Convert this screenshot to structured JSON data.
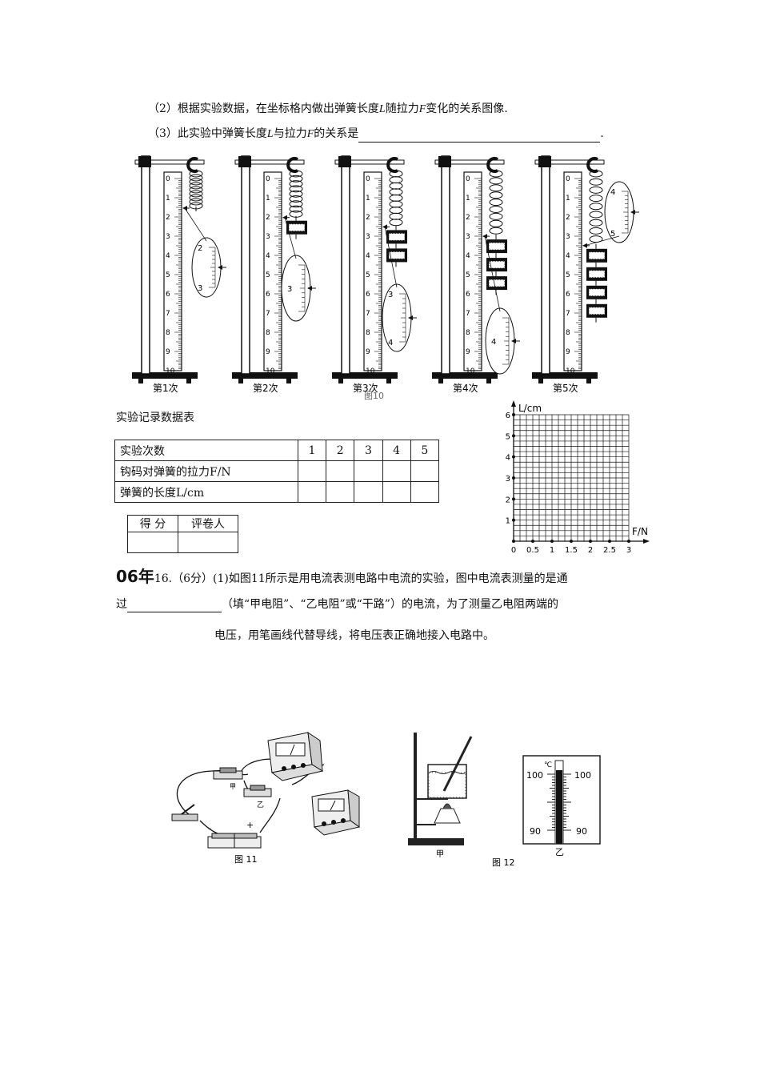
{
  "q2": {
    "pre": "（2）根据实验数据，在坐标格内做出弹簧长度",
    "L": "L",
    "mid": "随拉力",
    "F": "F",
    "post": "变化的关系图像."
  },
  "q3": {
    "pre": "（3）此实验中弹簧长度",
    "L": "L",
    "mid": "与拉力",
    "F": "F",
    "post": "的关系是",
    "end": "."
  },
  "figure": {
    "scale_numbers": [
      "0",
      "1",
      "2",
      "3",
      "4",
      "5",
      "6",
      "7",
      "8",
      "9",
      "10"
    ],
    "trials": [
      "第1次",
      "第2次",
      "第3次",
      "第4次",
      "第5次"
    ],
    "weights_per_trial": [
      0,
      1,
      2,
      3,
      4
    ],
    "zoom_labels": [
      [
        "2",
        "3"
      ],
      [
        "3"
      ],
      [
        "3",
        "4"
      ],
      [
        "4"
      ],
      [
        "4",
        "5"
      ]
    ],
    "caption": "图10"
  },
  "table_title": "实验记录数据表",
  "table": {
    "header": "实验次数",
    "columns": [
      "1",
      "2",
      "3",
      "4",
      "5"
    ],
    "rows": [
      "钩码对弹簧的拉力F/N",
      "弹簧的长度L/cm"
    ]
  },
  "score_table": {
    "score": "得 分",
    "grader": "评卷人"
  },
  "chart_data": {
    "type": "scatter",
    "title": "",
    "xlabel": "F/N",
    "ylabel": "L/cm",
    "xlim": [
      0,
      3
    ],
    "ylim": [
      0,
      6
    ],
    "x_ticks": [
      "0",
      "0.5",
      "1",
      "1.5",
      "2",
      "2.5",
      "3"
    ],
    "y_ticks": [
      "1",
      "2",
      "3",
      "4",
      "5",
      "6"
    ],
    "grid": true,
    "series": []
  },
  "q16": {
    "year": "06年",
    "line1": "16.（6分）(1)如图11所示是用电流表测电路中电流的实验，图中电流表测量的是通",
    "line2_pre": "过",
    "line2_post": "（填“甲电阻”、“乙电阻”或“干路”）的电流，为了测量乙电阻两端的",
    "line3": "电压，用笔画线代替导线，将电压表正确地接入电路中。"
  },
  "fig11": {
    "caption": "图 11",
    "label_jia": "甲",
    "label_yi": "乙",
    "minus": "-",
    "plus": "+"
  },
  "fig12": {
    "caption": "图 12",
    "label_jia": "甲",
    "label_yi": "乙",
    "unit": "℃",
    "t100": "100",
    "t90": "90"
  }
}
